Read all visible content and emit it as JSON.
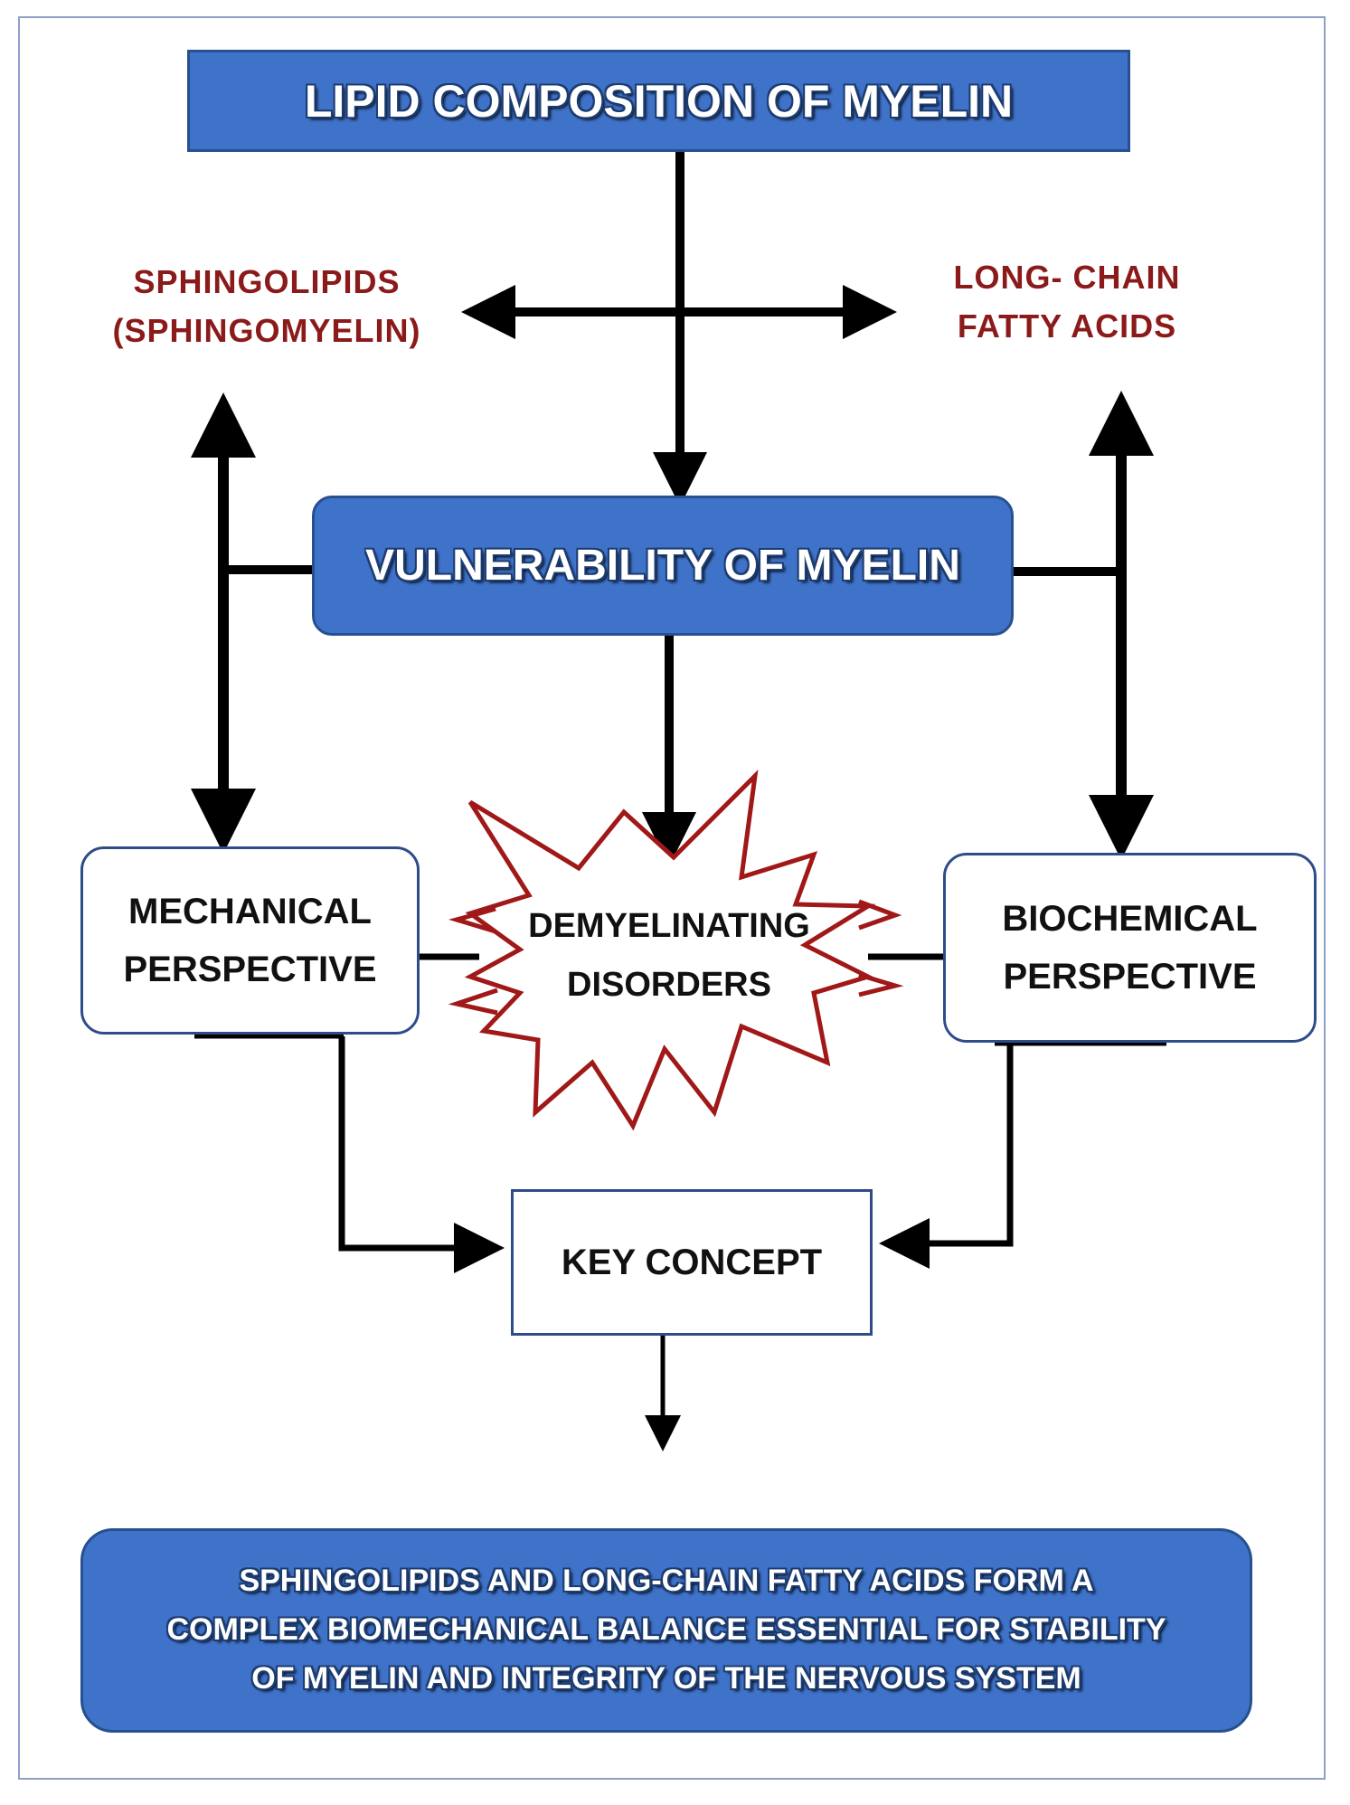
{
  "title": "LIPID COMPOSITION OF MYELIN",
  "left_lipid": {
    "line1": "SPHINGOLIPIDS",
    "line2": "(SPHINGOMYELIN)"
  },
  "right_lipid": {
    "line1": "LONG- CHAIN",
    "line2": "FATTY ACIDS"
  },
  "vulnerability": "VULNERABILITY OF MYELIN",
  "mechanical": {
    "line1": "MECHANICAL",
    "line2": "PERSPECTIVE"
  },
  "biochemical": {
    "line1": "BIOCHEMICAL",
    "line2": "PERSPECTIVE"
  },
  "disorders": {
    "line1": "DEMYELINATING",
    "line2": "DISORDERS"
  },
  "key_concept": "KEY CONCEPT",
  "conclusion": {
    "line1": "SPHINGOLIPIDS AND LONG-CHAIN FATTY ACIDS FORM A",
    "line2": "COMPLEX  BIOMECHANICAL BALANCE ESSENTIAL FOR STABILITY",
    "line3": "OF MYELIN AND INTEGRITY OF THE NERVOUS SYSTEM"
  },
  "colors": {
    "box_blue": "#3f72c9",
    "label_red": "#8b1a1a",
    "burst_red": "#a01818",
    "border_navy": "#2e4c8a"
  }
}
